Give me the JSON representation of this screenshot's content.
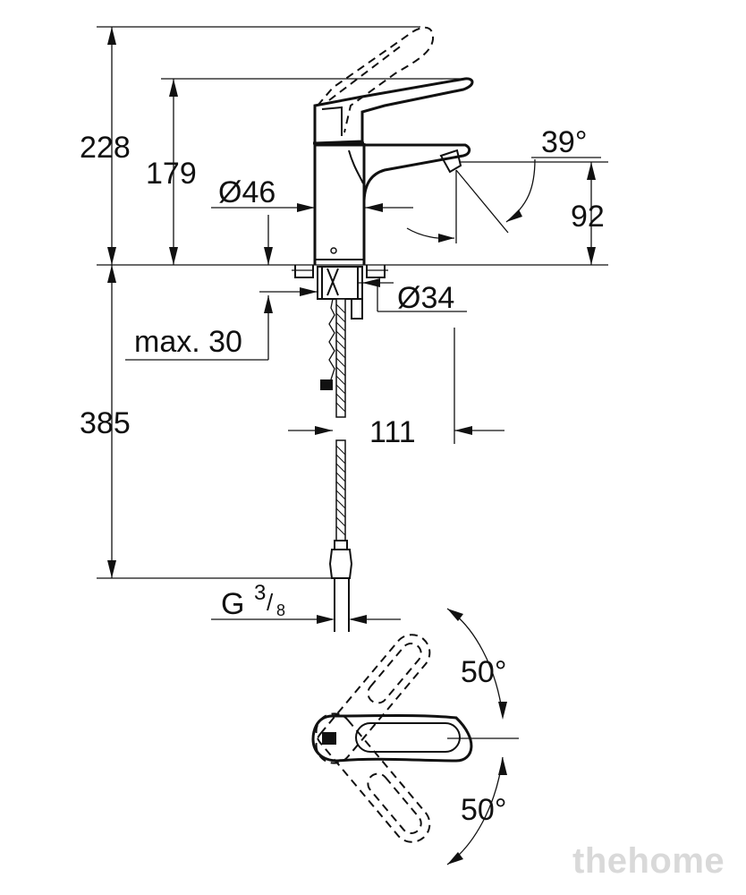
{
  "dimensions": {
    "overall_height_raised": "228",
    "overall_height": "179",
    "body_diameter": "Ø46",
    "spout_angle": "39°",
    "spout_height": "92",
    "shank_diameter": "Ø34",
    "max_deck_thickness": "max. 30",
    "hose_length": "385",
    "spout_reach": "111",
    "thread_prefix": "G",
    "thread_numerator": "3",
    "thread_denominator": "8",
    "lever_rotation_left": "50°",
    "lever_rotation_right": "50°"
  },
  "watermark": "thehome"
}
